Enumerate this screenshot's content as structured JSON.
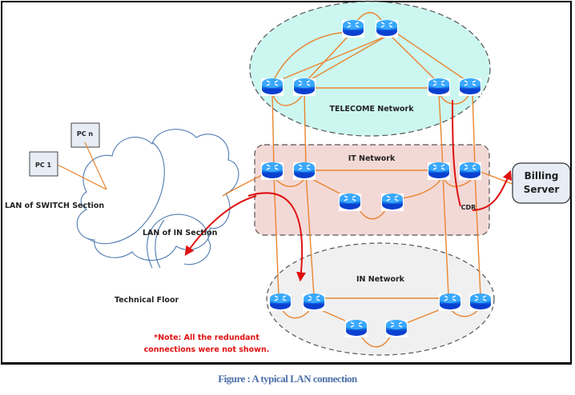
{
  "figure": {
    "caption": "Figure   : A typical LAN connection"
  },
  "zones": {
    "telecom": {
      "label": "TELECOME Network",
      "fill": "#ccf7f0"
    },
    "it": {
      "label": "IT Network",
      "fill": "#f3d9d6"
    },
    "in": {
      "label": "IN Network",
      "fill": "#f0f0f0"
    }
  },
  "clouds": {
    "switch_label": "LAN of SWITCH Section",
    "in_label": "LAN of IN Section",
    "floor_label": "Technical Floor"
  },
  "pcs": [
    {
      "label": "PC 1"
    },
    {
      "label": "PC n"
    }
  ],
  "billing": {
    "line1": "Billing",
    "line2": "Server"
  },
  "cdr_label": "CDR",
  "note": {
    "line1": "*Note: All the redundant",
    "line2": "connections were not shown."
  },
  "colors": {
    "link": "#e9852f",
    "flow": "#e01010",
    "cloud": "#4f7bb0",
    "router": "#1a6fe0"
  }
}
